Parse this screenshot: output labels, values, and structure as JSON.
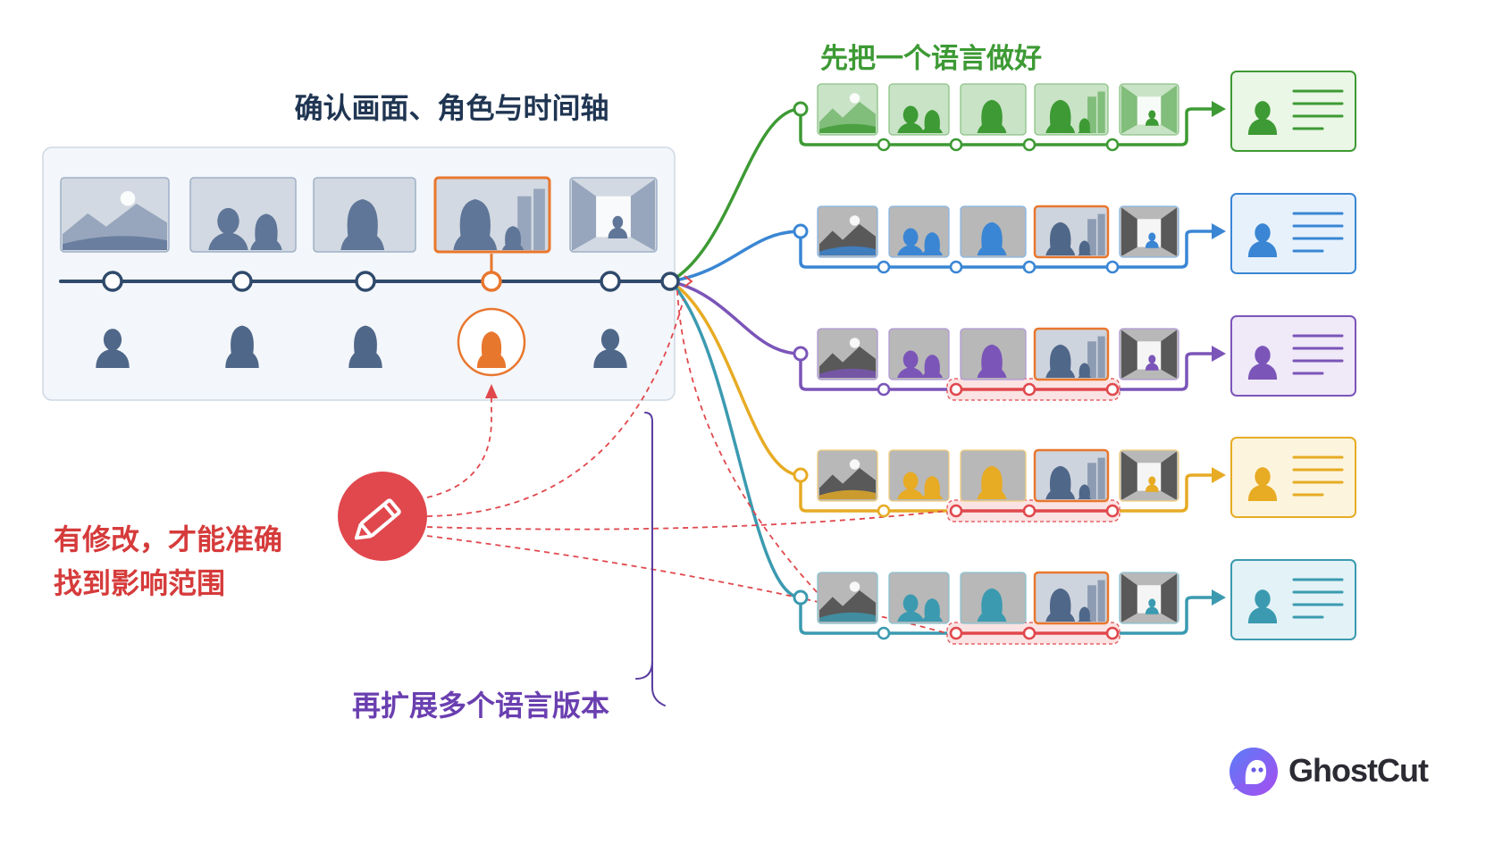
{
  "titles": {
    "source": "确认画面、角色与时间轴",
    "first_language": "先把一个语言做好",
    "edit_note": [
      "有修改，才能准确",
      "找到影响范围"
    ],
    "expand_note": "再扩展多个语言版本"
  },
  "brand": {
    "name": "GhostCut",
    "logo_icon": "ghost-speech-bubble-icon"
  },
  "colors": {
    "base": "#2f4a6b",
    "highlight": "#e8772e",
    "edit": "#e0484d",
    "card_border": "#c6d0dc",
    "versions": [
      "#3d9a34",
      "#3a86d4",
      "#7b55b8",
      "#e7ab24",
      "#3b9ab0"
    ],
    "version_fills": [
      "#eaf6e6",
      "#e6f1fc",
      "#efe9f8",
      "#fdf4dd",
      "#e3f2f6"
    ]
  },
  "source_timeline": {
    "scenes": [
      "landscape-scene-icon",
      "couple-scene-icon",
      "woman-portrait-icon",
      "woman-city-scene-icon",
      "corridor-figure-icon"
    ],
    "characters": [
      "man-avatar-icon",
      "woman-avatar-icon",
      "curly-hair-avatar-icon",
      "woman-avatar-icon",
      "man-avatar-icon"
    ],
    "modified_index": 3
  },
  "language_versions": [
    {
      "affected_segment": false
    },
    {
      "affected_segment": false
    },
    {
      "affected_segment": true
    },
    {
      "affected_segment": true
    },
    {
      "affected_segment": true
    }
  ]
}
